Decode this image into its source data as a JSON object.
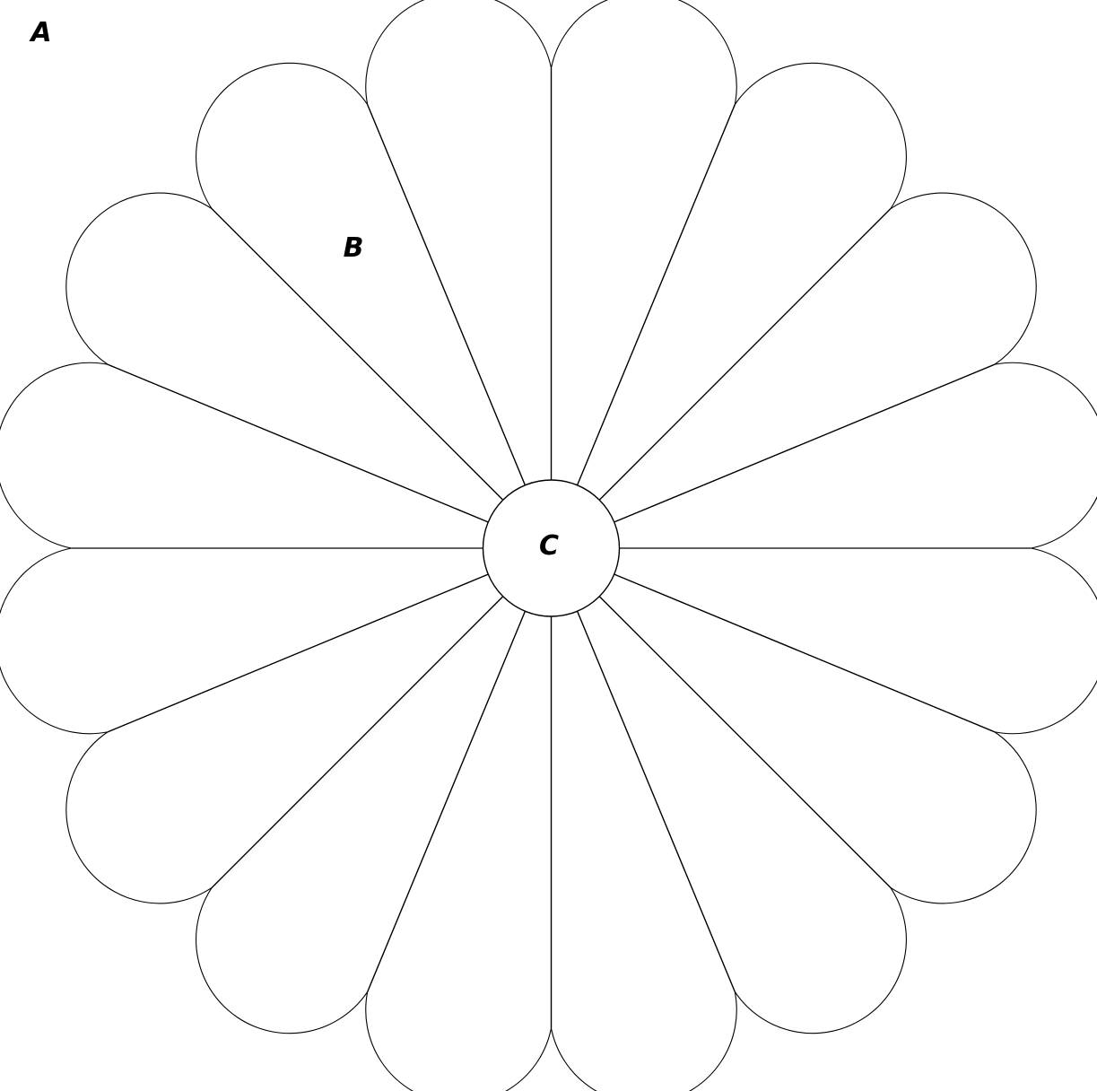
{
  "figure": {
    "labels": {
      "a": "A",
      "b": "B",
      "c": "C"
    },
    "petal_count": 16,
    "colors": {
      "stroke": "#000000",
      "fill": "#ffffff",
      "background": "#ffffff"
    }
  }
}
